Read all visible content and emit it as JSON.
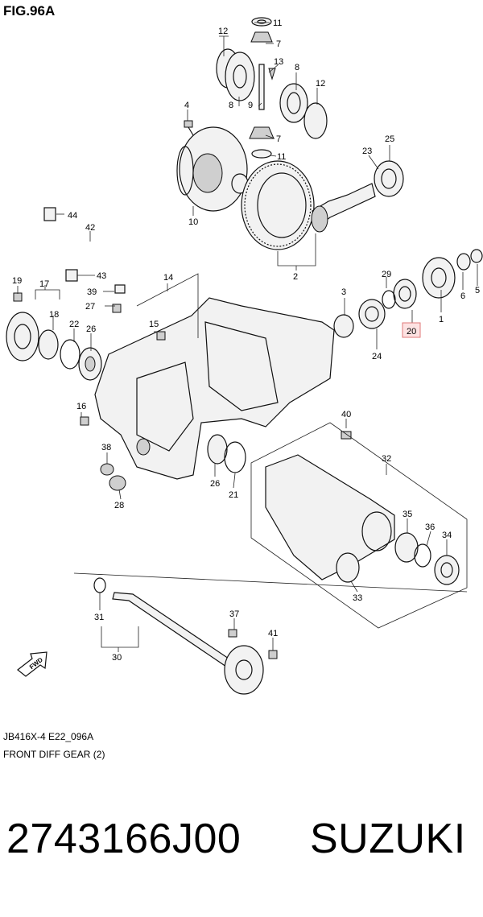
{
  "figure": {
    "title": "FIG.96A",
    "model_code": "JB416X-4 E22_096A",
    "description": "FRONT DIFF GEAR (2)",
    "direction_marker": "FWD"
  },
  "callouts": [
    {
      "id": "c11a",
      "text": "11"
    },
    {
      "id": "c12a",
      "text": "12"
    },
    {
      "id": "c7a",
      "text": "7"
    },
    {
      "id": "c13",
      "text": "13"
    },
    {
      "id": "c8a",
      "text": "8"
    },
    {
      "id": "c12b",
      "text": "12"
    },
    {
      "id": "c4",
      "text": "4"
    },
    {
      "id": "c8b",
      "text": "8"
    },
    {
      "id": "c9",
      "text": "9"
    },
    {
      "id": "c7b",
      "text": "7"
    },
    {
      "id": "c11b",
      "text": "11"
    },
    {
      "id": "c25",
      "text": "25"
    },
    {
      "id": "c23",
      "text": "23"
    },
    {
      "id": "c10",
      "text": "10"
    },
    {
      "id": "c44",
      "text": "44"
    },
    {
      "id": "c42",
      "text": "42"
    },
    {
      "id": "c2",
      "text": "2"
    },
    {
      "id": "c29",
      "text": "29"
    },
    {
      "id": "c6",
      "text": "6"
    },
    {
      "id": "c5",
      "text": "5"
    },
    {
      "id": "c43",
      "text": "43"
    },
    {
      "id": "c19",
      "text": "19"
    },
    {
      "id": "c17",
      "text": "17"
    },
    {
      "id": "c14",
      "text": "14"
    },
    {
      "id": "c39",
      "text": "39"
    },
    {
      "id": "c27",
      "text": "27"
    },
    {
      "id": "c3",
      "text": "3"
    },
    {
      "id": "c1",
      "text": "1"
    },
    {
      "id": "c18",
      "text": "18"
    },
    {
      "id": "c22",
      "text": "22"
    },
    {
      "id": "c26a",
      "text": "26"
    },
    {
      "id": "c15",
      "text": "15"
    },
    {
      "id": "c20",
      "text": "20"
    },
    {
      "id": "c24",
      "text": "24"
    },
    {
      "id": "c16",
      "text": "16"
    },
    {
      "id": "c40",
      "text": "40"
    },
    {
      "id": "c38",
      "text": "38"
    },
    {
      "id": "c32",
      "text": "32"
    },
    {
      "id": "c26b",
      "text": "26"
    },
    {
      "id": "c21",
      "text": "21"
    },
    {
      "id": "c28",
      "text": "28"
    },
    {
      "id": "c35",
      "text": "35"
    },
    {
      "id": "c36",
      "text": "36"
    },
    {
      "id": "c34",
      "text": "34"
    },
    {
      "id": "c33",
      "text": "33"
    },
    {
      "id": "c37",
      "text": "37"
    },
    {
      "id": "c31",
      "text": "31"
    },
    {
      "id": "c41",
      "text": "41"
    },
    {
      "id": "c30",
      "text": "30"
    }
  ],
  "highlighted_callout": "c20",
  "colors": {
    "highlight_border": "#e07a7a",
    "highlight_fill": "#fde2e2"
  },
  "product": {
    "part_number": "2743166J00",
    "brand": "SUZUKI"
  }
}
